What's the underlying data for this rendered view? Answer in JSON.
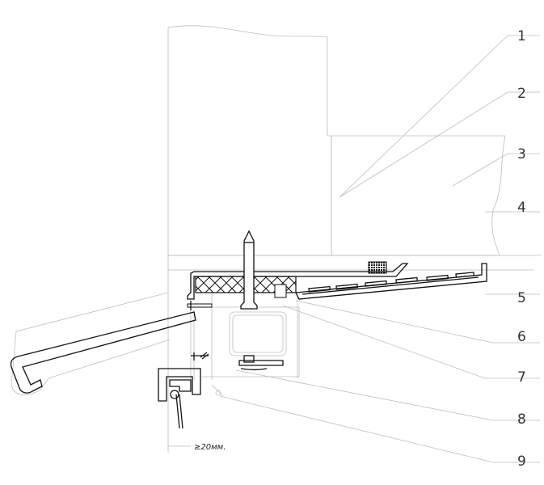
{
  "callouts": [
    "1",
    "2",
    "3",
    "4",
    "5",
    "6",
    "7",
    "8",
    "9"
  ],
  "dimension": {
    "text": "≥20мм."
  },
  "colors": {
    "line": "#111111",
    "light_line": "#bdbdbd",
    "hatch": "#d0d0d0"
  }
}
